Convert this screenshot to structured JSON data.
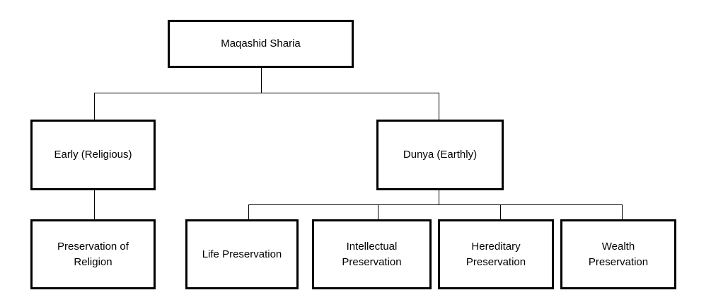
{
  "root": {
    "label": "Maqashid Sharia"
  },
  "level1": [
    {
      "label": "Early (Religious)"
    },
    {
      "label": "Dunya (Earthly)"
    }
  ],
  "level2": [
    {
      "label": "Preservation of\nReligion"
    },
    {
      "label": "Life Preservation"
    },
    {
      "label": "Intellectual\nPreservation"
    },
    {
      "label": "Hereditary\nPreservation"
    },
    {
      "label": "Wealth\nPreservation"
    }
  ]
}
